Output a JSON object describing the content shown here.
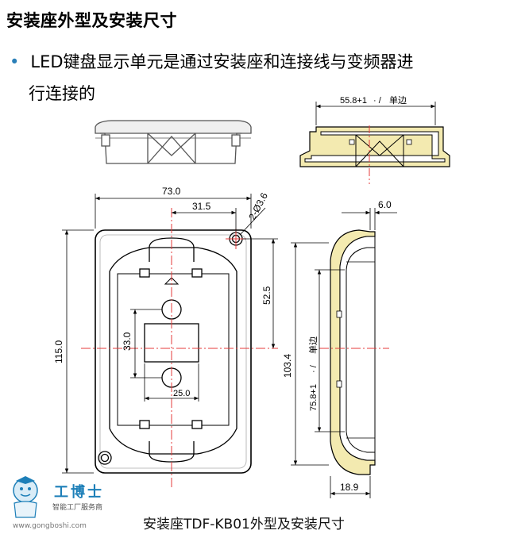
{
  "header": {
    "title": "安装座外型及安装尺寸",
    "bullet_line1": "LED键盘显示单元是通过安装座和连接线与变频器进",
    "bullet_line2": "行连接的"
  },
  "dimensions": {
    "top_width": "55.8+1",
    "top_width_note": "单边",
    "width_73": "73.0",
    "width_31_5": "31.5",
    "hole": "2-Ø3.6",
    "height_115": "115.0",
    "height_52_5": "52.5",
    "height_33": "33.0",
    "width_25": "25.0",
    "side_6": "6.0",
    "side_103_4": "103.4",
    "side_75_8": "75.8+1",
    "side_75_8_note": "单边",
    "side_18_9": "18.9"
  },
  "caption": "安装座TDF-KB01外型及安装尺寸",
  "watermark": {
    "brand": "工博士",
    "tagline": "智能工厂服务商",
    "url": "www.gongboshi.com"
  },
  "colors": {
    "line": "#000000",
    "hatch": "#f3eab0",
    "center_line": "#e53b3b",
    "part_gray": "#8a8a8a",
    "brand_blue": "#1d7fb8"
  }
}
